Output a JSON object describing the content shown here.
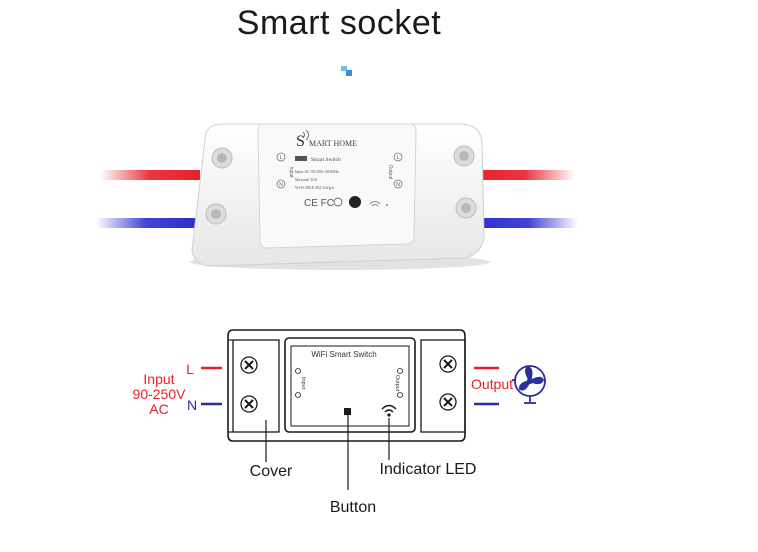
{
  "title": "Smart socket",
  "device_photo": {
    "brand_initial": "S",
    "brand_rest": "MART HOME",
    "model_badge": "■■",
    "model": "Smart Switch",
    "spec_lines": [
      "Input AC 90-250v 50/60Hz",
      "Maximal 10A",
      "Wi-Fi IEEE 802.11b/g/n"
    ],
    "cert_marks": "CE FC",
    "left_side_label": "Input",
    "right_side_label": "Output",
    "terminal_L": "L",
    "terminal_N": "N"
  },
  "diagram": {
    "module_label": "WiFi Smart Switch",
    "module_left_label": "Input",
    "module_right_label": "Output",
    "input_text": [
      "Input",
      "90-250V",
      "AC"
    ],
    "line_label": "L",
    "neutral_label": "N",
    "output_label": "Output",
    "cover_label": "Cover",
    "button_label": "Button",
    "indicator_label": "Indicator LED",
    "colors": {
      "live": "#e8202a",
      "neutral": "#2b2f9e",
      "outline": "#1a1a1a"
    }
  }
}
